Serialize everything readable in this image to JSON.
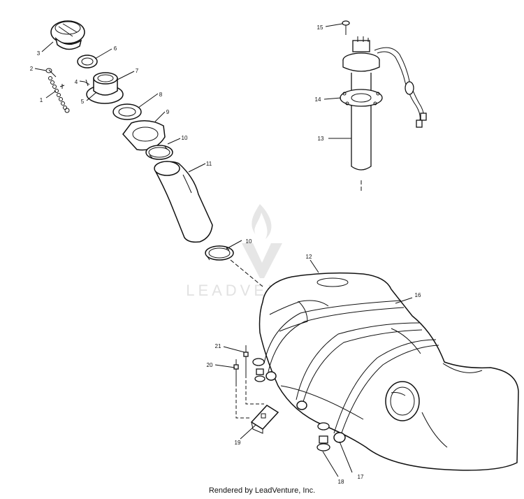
{
  "watermark": {
    "brand": "LEADVENTURE"
  },
  "footer": {
    "text": "Rendered by LeadVenture, Inc."
  },
  "callouts": {
    "c1": "1",
    "c2": "2",
    "c3": "3",
    "c4": "4",
    "c5": "5",
    "c6": "6",
    "c7": "7",
    "c8": "8",
    "c9": "9",
    "c10a": "10",
    "c10b": "10",
    "c11": "11",
    "c12": "12",
    "c13": "13",
    "c14": "14",
    "c15": "15",
    "c16": "16",
    "c17": "17",
    "c18": "18",
    "c19": "19",
    "c20": "20",
    "c21": "21"
  }
}
